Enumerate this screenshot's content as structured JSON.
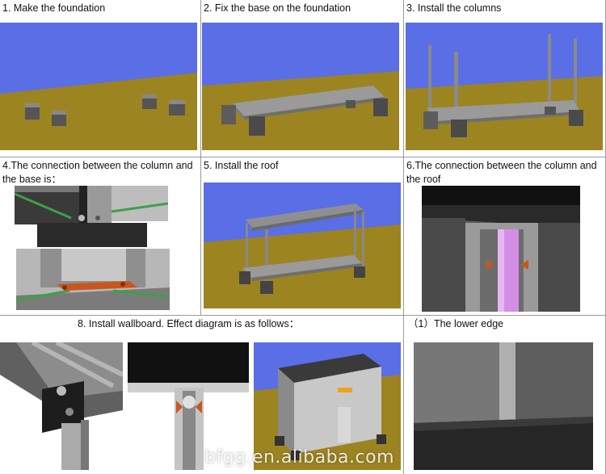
{
  "steps": {
    "s1": "1. Make the foundation",
    "s2": "2. Fix the base on the foundation",
    "s3": "3. Install the columns",
    "s4": "4.The connection between the column and the base is：",
    "s5": "5. Install the roof",
    "s6": "6.The connection between the column and the roof",
    "s8": "8. Install wallboard. Effect diagram is as follows：",
    "s9": "（1）The lower edge"
  },
  "watermark": "bfgg.en.alibaba.com",
  "colors": {
    "sky": "#5a6ee6",
    "ground": "#9c8421",
    "steel": "#8c8c8c",
    "dark": "#1c1c1c",
    "accent_green": "#3ea047",
    "accent_orange": "#c7561c",
    "accent_violet": "#d48ee6"
  }
}
